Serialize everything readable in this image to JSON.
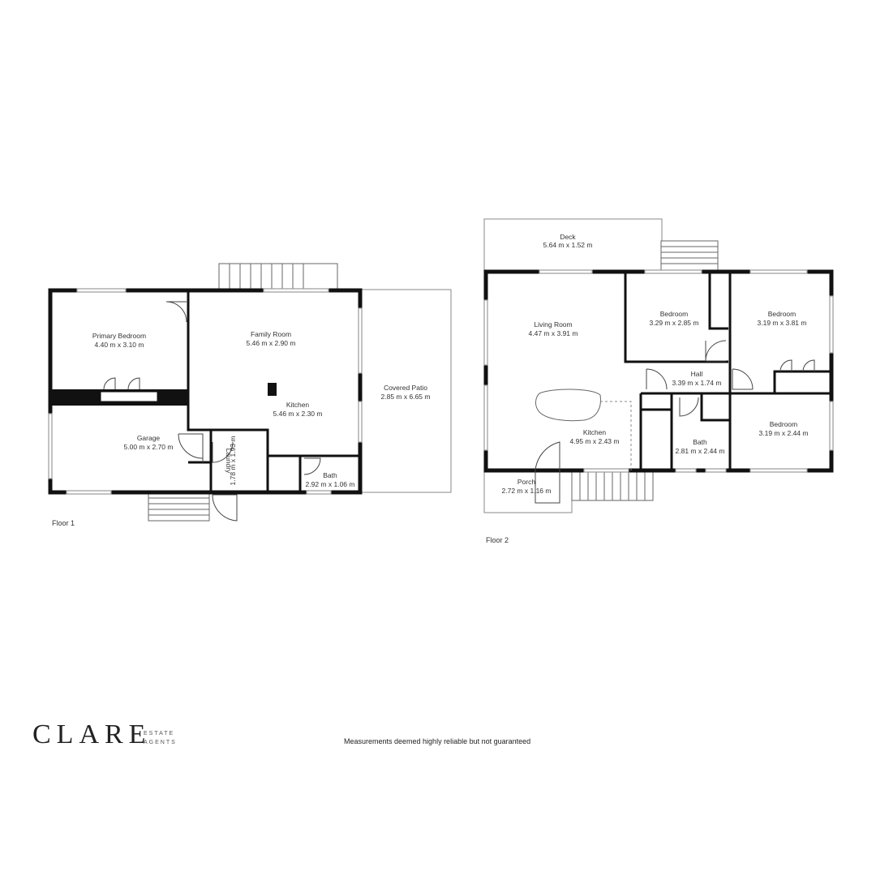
{
  "floor1": {
    "label": "Floor 1",
    "rooms": {
      "primary_bedroom": {
        "name": "Primary Bedroom",
        "dims": "4.40 m x 3.10 m"
      },
      "family_room": {
        "name": "Family Room",
        "dims": "5.46 m x 2.90 m"
      },
      "kitchen": {
        "name": "Kitchen",
        "dims": "5.46 m x 2.30 m"
      },
      "covered_patio": {
        "name": "Covered Patio",
        "dims": "2.85 m x 6.65 m"
      },
      "garage": {
        "name": "Garage",
        "dims": "5.00 m x 2.70 m"
      },
      "laundry": {
        "name": "Laundry",
        "dims": "1.78 m x 1.93 m"
      },
      "bath": {
        "name": "Bath",
        "dims": "2.92 m x 1.06 m"
      }
    }
  },
  "floor2": {
    "label": "Floor 2",
    "rooms": {
      "deck": {
        "name": "Deck",
        "dims": "5.64 m x 1.52 m"
      },
      "living_room": {
        "name": "Living Room",
        "dims": "4.47 m x 3.91 m"
      },
      "bedroom_a": {
        "name": "Bedroom",
        "dims": "3.29 m x 2.85 m"
      },
      "bedroom_b": {
        "name": "Bedroom",
        "dims": "3.19 m x 3.81 m"
      },
      "hall": {
        "name": "Hall",
        "dims": "3.39 m x 1.74 m"
      },
      "kitchen": {
        "name": "Kitchen",
        "dims": "4.95 m x 2.43 m"
      },
      "bath": {
        "name": "Bath",
        "dims": "2.81 m x 2.44 m"
      },
      "bedroom_c": {
        "name": "Bedroom",
        "dims": "3.19 m x 2.44 m"
      },
      "porch": {
        "name": "Porch",
        "dims": "2.72 m x 1.16 m"
      }
    }
  },
  "branding": {
    "logo_name": "CLARE",
    "logo_sub_line1": "ESTATE",
    "logo_sub_line2": "AGENTS"
  },
  "disclaimer": "Measurements deemed highly reliable but not guaranteed"
}
